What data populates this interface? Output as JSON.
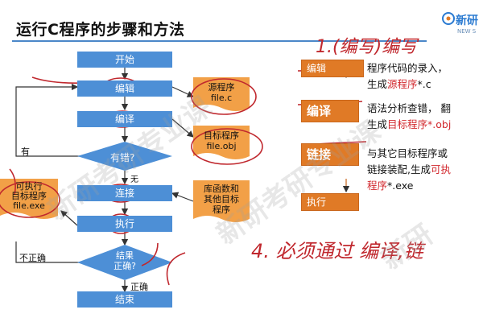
{
  "title": "运行C程序的步骤和方法",
  "logo": {
    "text": "新研",
    "sub": "NEW S"
  },
  "flow": {
    "start": "开始",
    "edit": "编辑",
    "compile": "编译",
    "has_error": "有错?",
    "link": "连接",
    "run": "执行",
    "result": "结果\n正确?",
    "end": "结束",
    "label_yes": "有",
    "label_no": "无",
    "label_incorrect": "不正确",
    "label_correct": "正确"
  },
  "docs": {
    "source": "源程序\nfile.c",
    "object": "目标程序\nfile.obj",
    "libs": "库函数和\n其他目标\n程序",
    "exe": "可执行\n目标程序\nfile.exe"
  },
  "steps": [
    {
      "label": "编辑",
      "desc_plain": "程序代码的录入，",
      "desc2_plain": "生成",
      "desc2_red": "源程序",
      "desc2_tail": "*.c"
    },
    {
      "label": "编译",
      "desc_plain": "语法分析查错，  翻",
      "desc2_plain": "生成",
      "desc2_red": "目标程序",
      "desc2_tail": "*.obj"
    },
    {
      "label": "链接",
      "desc_plain": "与其它目标程序或",
      "desc2_plain": "链接装配,生成",
      "desc2_red": "可执",
      "desc3_red": "程序",
      "desc3_tail": "*.exe"
    },
    {
      "label": "执行"
    }
  ],
  "handwriting": {
    "top": "1.(编写)编写",
    "bottom": "4. 必须通过 编译,链"
  },
  "watermark": [
    "新研考研专业课",
    "新研考研专业课",
    "新研"
  ],
  "colors": {
    "flow_box": "#4d8fd6",
    "doc": "#f2a047",
    "step": "#e07a26",
    "accent_red": "#d2282e",
    "rule": "#4b87c8"
  }
}
